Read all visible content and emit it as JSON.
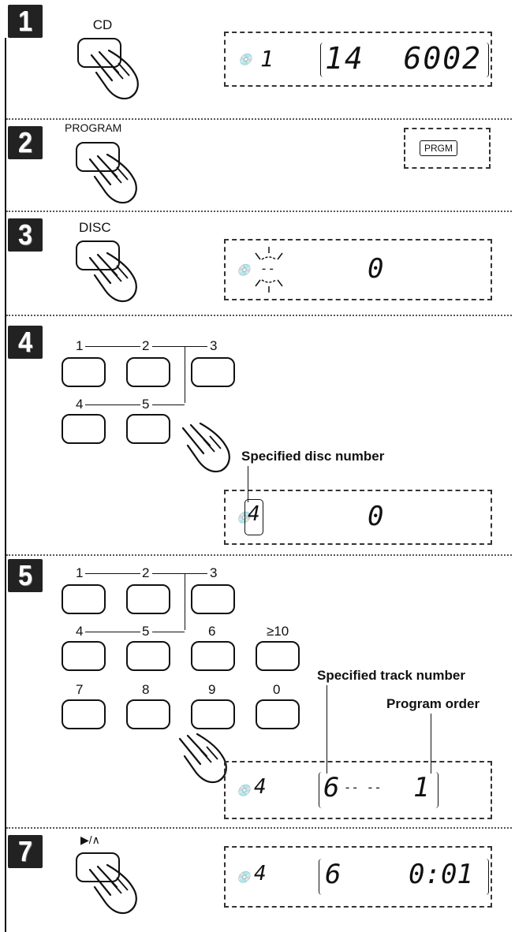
{
  "steps": [
    {
      "number": "1",
      "button": "CD",
      "display": {
        "disc": "1",
        "main": "14  6002"
      }
    },
    {
      "number": "2",
      "button": "PROGRAM",
      "display": {
        "indicator": "PRGM"
      }
    },
    {
      "number": "3",
      "button": "DISC",
      "display": {
        "disc": "--",
        "main": "0"
      }
    },
    {
      "number": "4",
      "keys": [
        "1",
        "2",
        "3",
        "4",
        "5"
      ],
      "callout": "Specified disc number",
      "display": {
        "disc": "4",
        "main": "0"
      }
    },
    {
      "number": "5",
      "keys": [
        "1",
        "2",
        "3",
        "4",
        "5",
        "6",
        "≥10",
        "7",
        "8",
        "9",
        "0"
      ],
      "callouts": [
        "Specified track number",
        "Program order"
      ],
      "display": {
        "disc": "4",
        "track": "6",
        "dashes": "-- --",
        "order": "1"
      }
    },
    {
      "number": "7",
      "button": "▶/∧",
      "display": {
        "disc": "4",
        "track": "6",
        "time": "0:01"
      }
    }
  ],
  "icons": {
    "hand": "pressing-hand-icon",
    "cd": "cd-disc-icon"
  }
}
